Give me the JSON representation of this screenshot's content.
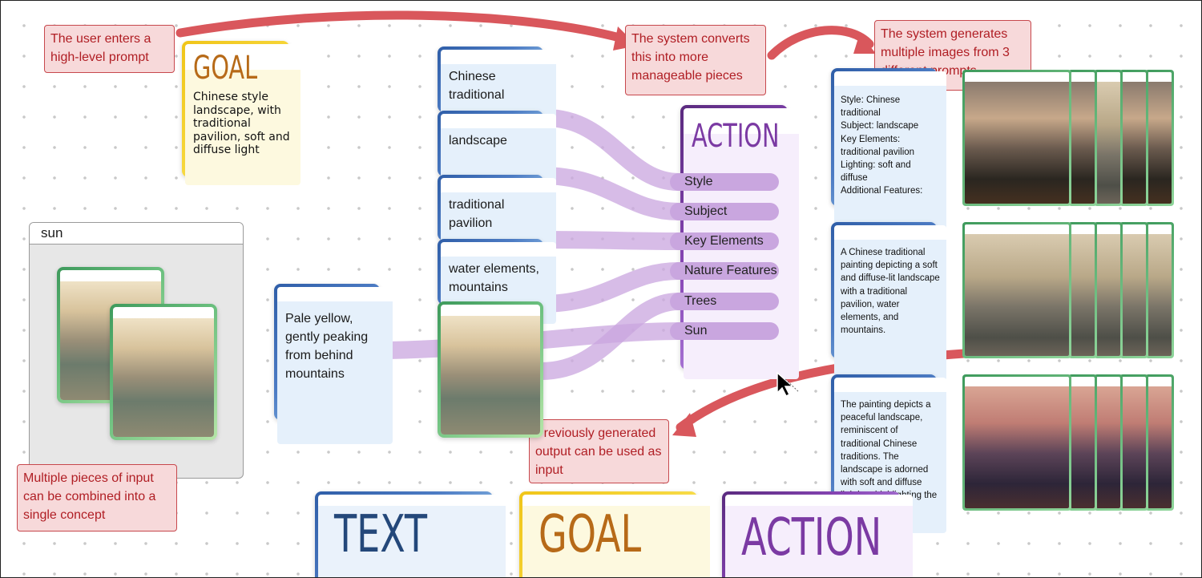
{
  "notes": {
    "user_prompt": "The user enters a high-level prompt",
    "converts": "The system converts this into more manageable pieces",
    "generates": "The system generates multiple images from 3 different prompts",
    "previous": "Previously generated output can be used as input",
    "combined": "Multiple pieces of input can be combined into a single concept"
  },
  "goal_card": {
    "title": "GOAL",
    "text": "Chinese style landscape, with traditional pavilion, soft and diffuse light"
  },
  "concept_group": {
    "label": "sun"
  },
  "text_cards": [
    "Chinese traditional",
    "landscape",
    "traditional pavilion",
    "water elements, mountains"
  ],
  "input_card": "Pale yellow, gently peaking from behind mountains",
  "action_card": {
    "title": "ACTION",
    "slots": [
      "Style",
      "Subject",
      "Key Elements",
      "Nature Features",
      "Trees",
      "Sun"
    ]
  },
  "prompt_cards": [
    "Style: Chinese traditional\nSubject: landscape\nKey Elements: traditional pavilion\nLighting: soft and diffuse\nAdditional Features:",
    "A Chinese traditional painting depicting a soft and diffuse-lit landscape with a traditional pavilion, water elements, and mountains.",
    "The painting depicts a peaceful landscape, reminiscent of traditional Chinese traditions. The landscape is adorned with soft and diffuse lighting, highlighting the intricate details of"
  ],
  "legend": {
    "text": "TEXT",
    "goal": "GOAL",
    "action": "ACTION"
  },
  "colors": {
    "note_bg": "#f7d9da",
    "note_text": "#b01e24",
    "arrow": "#d9575c",
    "connector": "#c9a6df",
    "text_accent": "#2f5ea8",
    "goal_accent": "#f0c519",
    "action_accent": "#7b3aa3",
    "image_accent": "#3e9a5c"
  },
  "icons": [
    "cursor-icon"
  ]
}
